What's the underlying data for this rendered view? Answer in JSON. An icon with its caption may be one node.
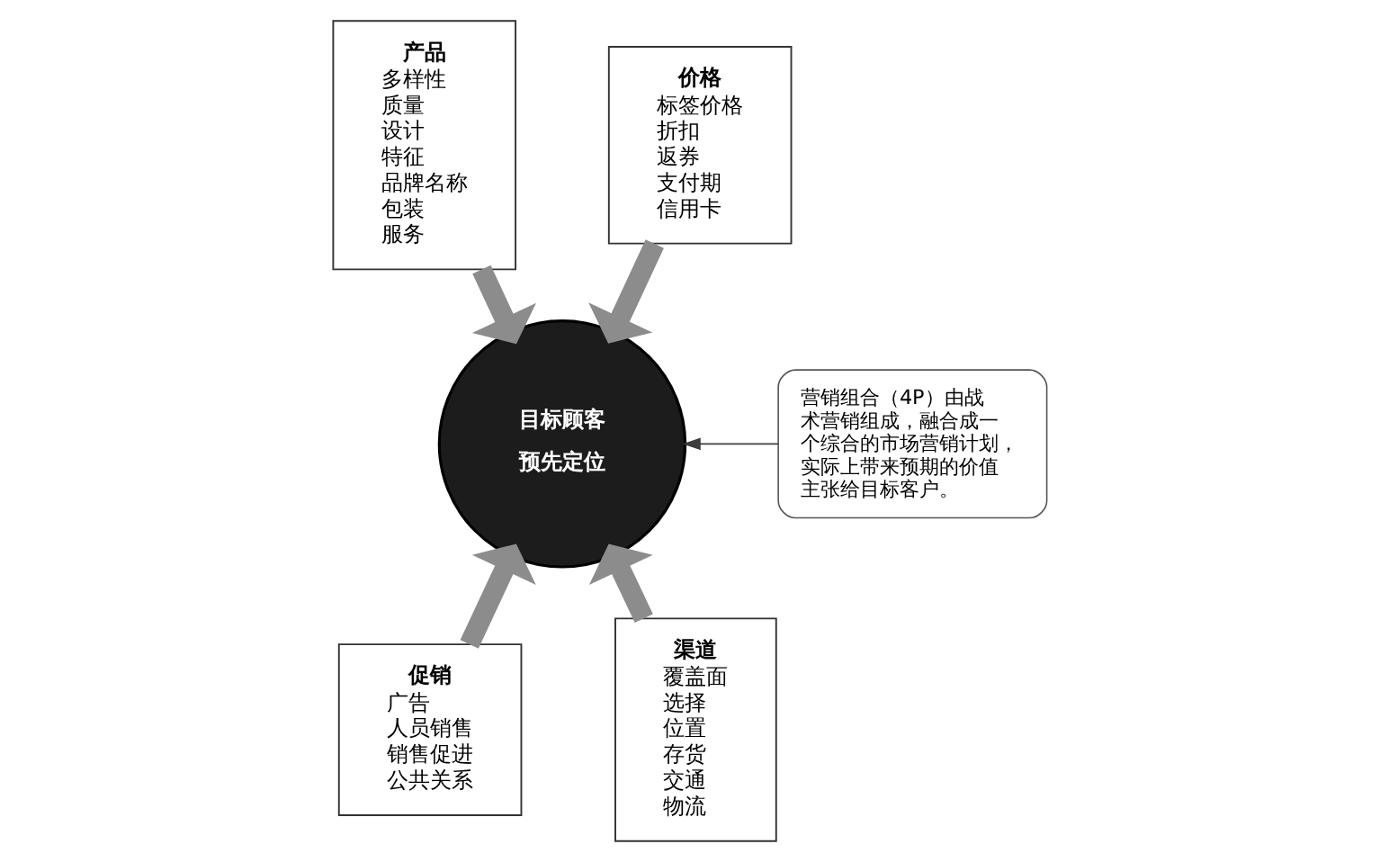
{
  "diagram": {
    "nodes": [
      {
        "text": [
          "产品",
          "多样性",
          "质量",
          "设计",
          "特征",
          "品牌名称",
          "包装",
          "服务"
        ]
      },
      {
        "text": [
          "价格",
          "标签价格",
          "折扣",
          "返券",
          "支付期",
          "信用卡"
        ]
      },
      {
        "text": [
          "目标顾客",
          "预先定位"
        ]
      },
      {
        "text": [
          "营销组合（4P）由战术营销组成，融合成一个综合的市场营销计划，实际上带来预期的价值主张给目标客户。"
        ]
      },
      {
        "text": [
          "促销",
          "广告",
          "人员销售",
          "销售促进",
          "公共关系"
        ]
      },
      {
        "text": [
          "渠道",
          "覆盖面",
          "选择",
          "位置",
          "存货",
          "交通",
          "物流"
        ]
      }
    ],
    "edges": [
      {
        "from": 0,
        "to": 2,
        "arrow": "to"
      },
      {
        "from": 1,
        "to": 2,
        "arrow": "to"
      },
      {
        "from": 4,
        "to": 2,
        "arrow": "to"
      },
      {
        "from": 5,
        "to": 2,
        "arrow": "to"
      },
      {
        "from": 3,
        "to": 2,
        "arrow": "to",
        "color": "#3c3c3c"
      }
    ]
  }
}
